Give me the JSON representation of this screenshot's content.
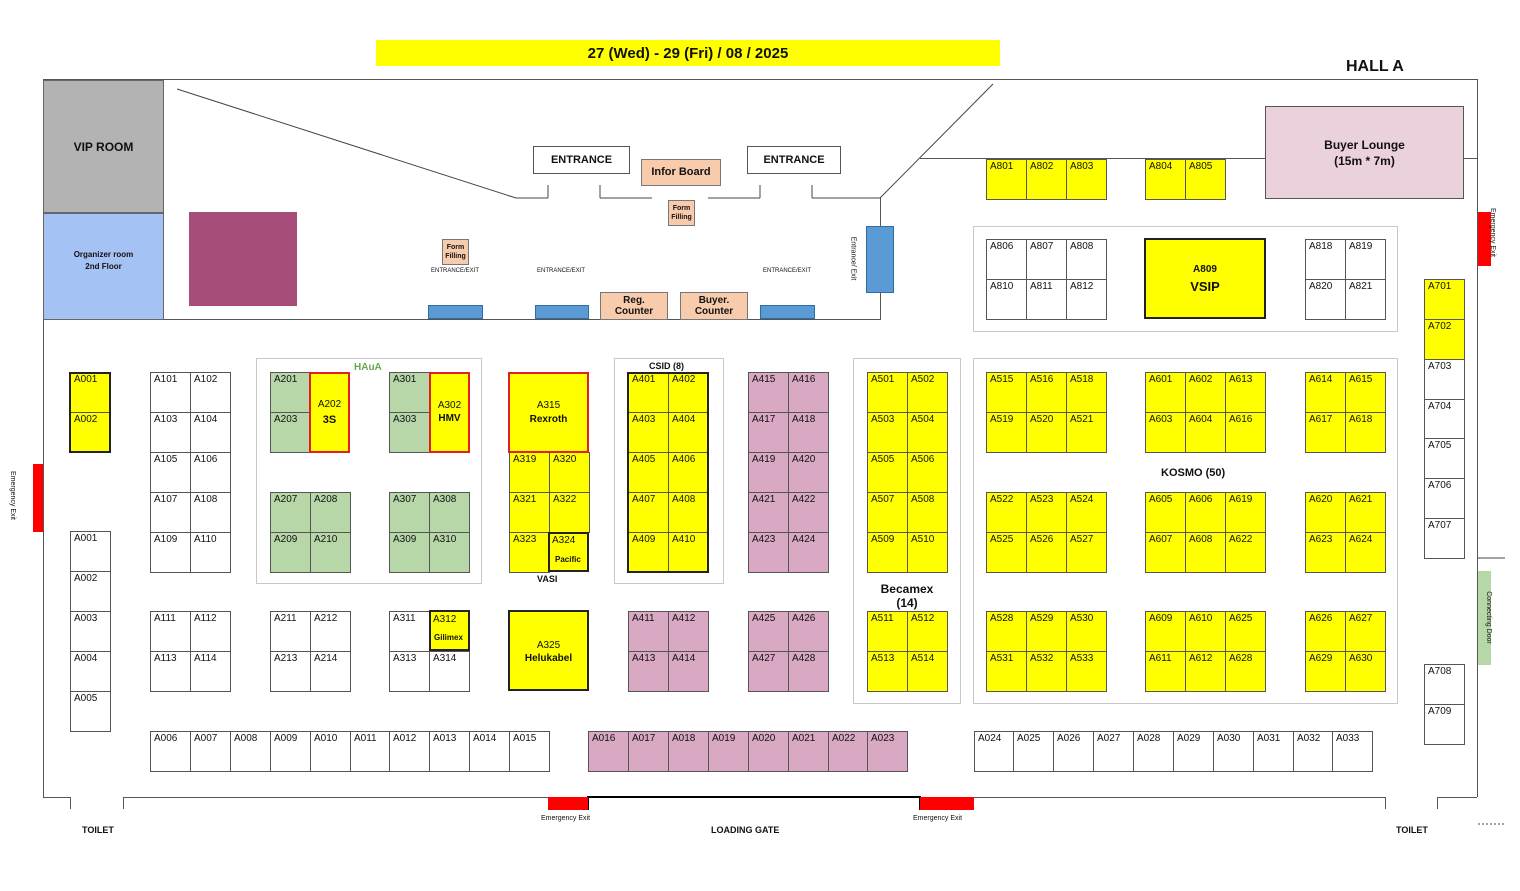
{
  "header": {
    "date": "27 (Wed) - 29 (Fri) / 08 / 2025",
    "hall": "HALL A"
  },
  "rooms": {
    "vip": "VIP ROOM",
    "organizer_1": "Organizer room",
    "organizer_2": "2nd Floor",
    "buyer_lounge_1": "Buyer Lounge",
    "buyer_lounge_2": "(15m * 7m)",
    "entrance": "ENTRANCE",
    "info_board": "Infor Board",
    "form_filling_1": "Form",
    "form_filling_2": "Filling",
    "entrance_exit": "ENTRANCE/EXIT",
    "entrance_exit_vertical": "Entrance/ Exit",
    "reg_1": "Reg.",
    "reg_2": "Counter",
    "buyer_1": "Buyer.",
    "buyer_2": "Counter",
    "emergency_exit": "Emergency Exit",
    "connecting_door": "Connecting Door",
    "toilet": "TOILET",
    "loading_gate": "LOADING GATE"
  },
  "groups": {
    "haua": "HAuA",
    "csid": "CSID (8)",
    "vasi": "VASI",
    "kosmo": "KOSMO (50)",
    "becamex_1": "Becamex",
    "becamex_2": "(14)"
  },
  "booths": [
    {
      "id": "A801",
      "c": "y"
    },
    {
      "id": "A802",
      "c": "y"
    },
    {
      "id": "A803",
      "c": "y"
    },
    {
      "id": "A804",
      "c": "y"
    },
    {
      "id": "A805",
      "c": "y"
    },
    {
      "id": "A806",
      "c": "w"
    },
    {
      "id": "A807",
      "c": "w"
    },
    {
      "id": "A808",
      "c": "w"
    },
    {
      "id": "A810",
      "c": "w"
    },
    {
      "id": "A811",
      "c": "w"
    },
    {
      "id": "A812",
      "c": "w"
    },
    {
      "id": "A818",
      "c": "w"
    },
    {
      "id": "A819",
      "c": "w"
    },
    {
      "id": "A820",
      "c": "w"
    },
    {
      "id": "A821",
      "c": "w"
    },
    {
      "id": "A701",
      "c": "y"
    },
    {
      "id": "A702",
      "c": "y"
    },
    {
      "id": "A703",
      "c": "w"
    },
    {
      "id": "A704",
      "c": "w"
    },
    {
      "id": "A705",
      "c": "w"
    },
    {
      "id": "A706",
      "c": "w"
    },
    {
      "id": "A707",
      "c": "w"
    },
    {
      "id": "A708",
      "c": "w"
    },
    {
      "id": "A709",
      "c": "w"
    },
    {
      "id": "A001",
      "c": "y"
    },
    {
      "id": "A002",
      "c": "y"
    },
    {
      "id": "A101",
      "c": "w"
    },
    {
      "id": "A102",
      "c": "w"
    },
    {
      "id": "A103",
      "c": "w"
    },
    {
      "id": "A104",
      "c": "w"
    },
    {
      "id": "A105",
      "c": "w"
    },
    {
      "id": "A106",
      "c": "w"
    },
    {
      "id": "A107",
      "c": "w"
    },
    {
      "id": "A108",
      "c": "w"
    },
    {
      "id": "A109",
      "c": "w"
    },
    {
      "id": "A110",
      "c": "w"
    },
    {
      "id": "A111",
      "c": "w"
    },
    {
      "id": "A112",
      "c": "w"
    },
    {
      "id": "A113",
      "c": "w"
    },
    {
      "id": "A114",
      "c": "w"
    },
    {
      "id": "A001",
      "c": "w"
    },
    {
      "id": "A002",
      "c": "w"
    },
    {
      "id": "A003",
      "c": "w"
    },
    {
      "id": "A004",
      "c": "w"
    },
    {
      "id": "A005",
      "c": "w"
    },
    {
      "id": "A201",
      "c": "g"
    },
    {
      "id": "A203",
      "c": "g"
    },
    {
      "id": "A207",
      "c": "g"
    },
    {
      "id": "A208",
      "c": "g"
    },
    {
      "id": "A209",
      "c": "g"
    },
    {
      "id": "A210",
      "c": "g"
    },
    {
      "id": "A211",
      "c": "w"
    },
    {
      "id": "A212",
      "c": "w"
    },
    {
      "id": "A213",
      "c": "w"
    },
    {
      "id": "A214",
      "c": "w"
    },
    {
      "id": "A301",
      "c": "g"
    },
    {
      "id": "A303",
      "c": "g"
    },
    {
      "id": "A307",
      "c": "g"
    },
    {
      "id": "A308",
      "c": "g"
    },
    {
      "id": "A309",
      "c": "g"
    },
    {
      "id": "A310",
      "c": "g"
    },
    {
      "id": "A311",
      "c": "w"
    },
    {
      "id": "A313",
      "c": "w"
    },
    {
      "id": "A314",
      "c": "w"
    },
    {
      "id": "A319",
      "c": "y"
    },
    {
      "id": "A320",
      "c": "y"
    },
    {
      "id": "A321",
      "c": "y"
    },
    {
      "id": "A322",
      "c": "y"
    },
    {
      "id": "A323",
      "c": "y"
    },
    {
      "id": "A401",
      "c": "y"
    },
    {
      "id": "A402",
      "c": "y"
    },
    {
      "id": "A403",
      "c": "y"
    },
    {
      "id": "A404",
      "c": "y"
    },
    {
      "id": "A405",
      "c": "y"
    },
    {
      "id": "A406",
      "c": "y"
    },
    {
      "id": "A407",
      "c": "y"
    },
    {
      "id": "A408",
      "c": "y"
    },
    {
      "id": "A409",
      "c": "y"
    },
    {
      "id": "A410",
      "c": "y"
    },
    {
      "id": "A411",
      "c": "p"
    },
    {
      "id": "A412",
      "c": "p"
    },
    {
      "id": "A413",
      "c": "p"
    },
    {
      "id": "A414",
      "c": "p"
    },
    {
      "id": "A415",
      "c": "p"
    },
    {
      "id": "A416",
      "c": "p"
    },
    {
      "id": "A417",
      "c": "p"
    },
    {
      "id": "A418",
      "c": "p"
    },
    {
      "id": "A419",
      "c": "p"
    },
    {
      "id": "A420",
      "c": "p"
    },
    {
      "id": "A421",
      "c": "p"
    },
    {
      "id": "A422",
      "c": "p"
    },
    {
      "id": "A423",
      "c": "p"
    },
    {
      "id": "A424",
      "c": "p"
    },
    {
      "id": "A425",
      "c": "p"
    },
    {
      "id": "A426",
      "c": "p"
    },
    {
      "id": "A427",
      "c": "p"
    },
    {
      "id": "A428",
      "c": "p"
    },
    {
      "id": "A501",
      "c": "y"
    },
    {
      "id": "A502",
      "c": "y"
    },
    {
      "id": "A503",
      "c": "y"
    },
    {
      "id": "A504",
      "c": "y"
    },
    {
      "id": "A505",
      "c": "y"
    },
    {
      "id": "A506",
      "c": "y"
    },
    {
      "id": "A507",
      "c": "y"
    },
    {
      "id": "A508",
      "c": "y"
    },
    {
      "id": "A509",
      "c": "y"
    },
    {
      "id": "A510",
      "c": "y"
    },
    {
      "id": "A511",
      "c": "y"
    },
    {
      "id": "A512",
      "c": "y"
    },
    {
      "id": "A513",
      "c": "y"
    },
    {
      "id": "A514",
      "c": "y"
    },
    {
      "id": "A515",
      "c": "y"
    },
    {
      "id": "A516",
      "c": "y"
    },
    {
      "id": "A518",
      "c": "y"
    },
    {
      "id": "A519",
      "c": "y"
    },
    {
      "id": "A520",
      "c": "y"
    },
    {
      "id": "A521",
      "c": "y"
    },
    {
      "id": "A522",
      "c": "y"
    },
    {
      "id": "A523",
      "c": "y"
    },
    {
      "id": "A524",
      "c": "y"
    },
    {
      "id": "A525",
      "c": "y"
    },
    {
      "id": "A526",
      "c": "y"
    },
    {
      "id": "A527",
      "c": "y"
    },
    {
      "id": "A528",
      "c": "y"
    },
    {
      "id": "A529",
      "c": "y"
    },
    {
      "id": "A530",
      "c": "y"
    },
    {
      "id": "A531",
      "c": "y"
    },
    {
      "id": "A532",
      "c": "y"
    },
    {
      "id": "A533",
      "c": "y"
    },
    {
      "id": "A601",
      "c": "y"
    },
    {
      "id": "A602",
      "c": "y"
    },
    {
      "id": "A613",
      "c": "y"
    },
    {
      "id": "A603",
      "c": "y"
    },
    {
      "id": "A604",
      "c": "y"
    },
    {
      "id": "A616",
      "c": "y"
    },
    {
      "id": "A605",
      "c": "y"
    },
    {
      "id": "A606",
      "c": "y"
    },
    {
      "id": "A619",
      "c": "y"
    },
    {
      "id": "A607",
      "c": "y"
    },
    {
      "id": "A608",
      "c": "y"
    },
    {
      "id": "A622",
      "c": "y"
    },
    {
      "id": "A609",
      "c": "y"
    },
    {
      "id": "A610",
      "c": "y"
    },
    {
      "id": "A625",
      "c": "y"
    },
    {
      "id": "A611",
      "c": "y"
    },
    {
      "id": "A612",
      "c": "y"
    },
    {
      "id": "A628",
      "c": "y"
    },
    {
      "id": "A614",
      "c": "y"
    },
    {
      "id": "A615",
      "c": "y"
    },
    {
      "id": "A617",
      "c": "y"
    },
    {
      "id": "A618",
      "c": "y"
    },
    {
      "id": "A620",
      "c": "y"
    },
    {
      "id": "A621",
      "c": "y"
    },
    {
      "id": "A623",
      "c": "y"
    },
    {
      "id": "A624",
      "c": "y"
    },
    {
      "id": "A626",
      "c": "y"
    },
    {
      "id": "A627",
      "c": "y"
    },
    {
      "id": "A629",
      "c": "y"
    },
    {
      "id": "A630",
      "c": "y"
    },
    {
      "id": "A006",
      "c": "w"
    },
    {
      "id": "A007",
      "c": "w"
    },
    {
      "id": "A008",
      "c": "w"
    },
    {
      "id": "A009",
      "c": "w"
    },
    {
      "id": "A010",
      "c": "w"
    },
    {
      "id": "A011",
      "c": "w"
    },
    {
      "id": "A012",
      "c": "w"
    },
    {
      "id": "A013",
      "c": "w"
    },
    {
      "id": "A014",
      "c": "w"
    },
    {
      "id": "A015",
      "c": "w"
    },
    {
      "id": "A016",
      "c": "p"
    },
    {
      "id": "A017",
      "c": "p"
    },
    {
      "id": "A018",
      "c": "p"
    },
    {
      "id": "A019",
      "c": "p"
    },
    {
      "id": "A020",
      "c": "p"
    },
    {
      "id": "A021",
      "c": "p"
    },
    {
      "id": "A022",
      "c": "p"
    },
    {
      "id": "A023",
      "c": "p"
    },
    {
      "id": "A024",
      "c": "w"
    },
    {
      "id": "A025",
      "c": "w"
    },
    {
      "id": "A026",
      "c": "w"
    },
    {
      "id": "A027",
      "c": "w"
    },
    {
      "id": "A028",
      "c": "w"
    },
    {
      "id": "A029",
      "c": "w"
    },
    {
      "id": "A030",
      "c": "w"
    },
    {
      "id": "A031",
      "c": "w"
    },
    {
      "id": "A032",
      "c": "w"
    },
    {
      "id": "A033",
      "c": "w"
    }
  ],
  "special_booths": {
    "a202": "A202",
    "a202_name": "3S",
    "a302": "A302",
    "a302_name": "HMV",
    "a315": "A315",
    "a315_name": "Rexroth",
    "a324": "A324",
    "a324_name": "Pacific",
    "a325": "A325",
    "a325_name": "Helukabel",
    "a312": "A312",
    "a312_name": "Gilimex",
    "a809": "A809",
    "a809_name": "VSIP"
  },
  "colors": {
    "exhibitor": "#ffff00",
    "haua": "#b7d7a8",
    "pink": "#d9a9c3",
    "date_bar": "#ffff00",
    "exit": "#ff0000"
  }
}
